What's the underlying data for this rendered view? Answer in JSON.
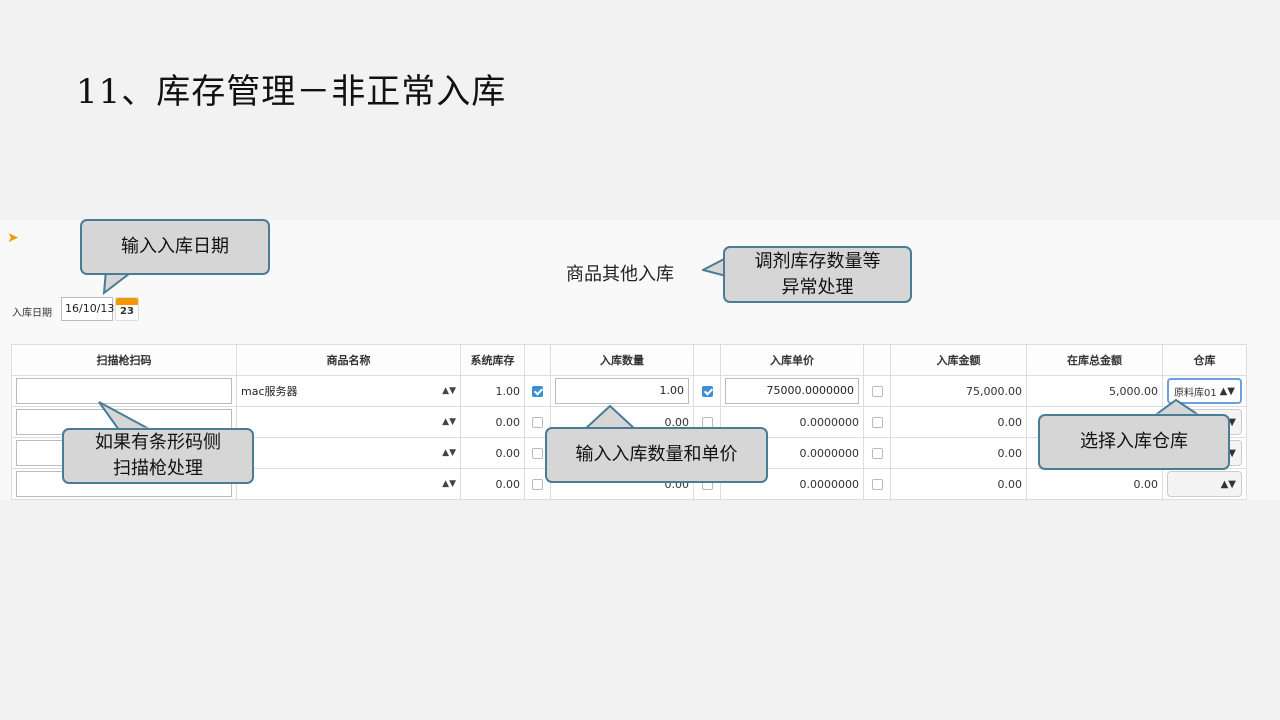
{
  "slide": {
    "title": "11、库存管理－非正常入库"
  },
  "form": {
    "title": "商品其他入库",
    "date_label": "入库日期",
    "date_value": "16/10/13",
    "calendar_day": "23"
  },
  "table": {
    "headers": [
      "扫描枪扫码",
      "商品名称",
      "系统库存",
      "",
      "入库数量",
      "",
      "入库单价",
      "",
      "入库金额",
      "在库总金额",
      "仓库"
    ],
    "rows": [
      {
        "scan": "",
        "product": "mac服务器",
        "stock": "1.00",
        "stock_checked": true,
        "qty": "1.00",
        "qty_checked": true,
        "price": "75000.0000000",
        "price_checked": false,
        "amount": "75,000.00",
        "total": "5,000.00",
        "warehouse": "原料库01"
      },
      {
        "scan": "",
        "product": "",
        "stock": "0.00",
        "stock_checked": false,
        "qty": "0.00",
        "qty_checked": false,
        "price": "0.0000000",
        "price_checked": false,
        "amount": "0.00",
        "total": "",
        "warehouse": ""
      },
      {
        "scan": "",
        "product": "",
        "stock": "0.00",
        "stock_checked": false,
        "qty": "",
        "qty_checked": false,
        "price": "0.0000000",
        "price_checked": false,
        "amount": "0.00",
        "total": "",
        "warehouse": ""
      },
      {
        "scan": "",
        "product": "",
        "stock": "0.00",
        "stock_checked": false,
        "qty": "0.00",
        "qty_checked": false,
        "price": "0.0000000",
        "price_checked": false,
        "amount": "0.00",
        "total": "0.00",
        "warehouse": ""
      }
    ]
  },
  "callouts": {
    "date": "输入入库日期",
    "adjust_line1": "调剂库存数量等",
    "adjust_line2": "异常处理",
    "barcode_line1": "如果有条形码侧",
    "barcode_line2": "扫描枪处理",
    "qty_price": "输入入库数量和单价",
    "warehouse": "选择入库仓库"
  },
  "colors": {
    "callout_fill": "#d6d6d6",
    "callout_border": "#4a7c95",
    "accent": "#f39800",
    "checkbox": "#3b8ed8"
  }
}
